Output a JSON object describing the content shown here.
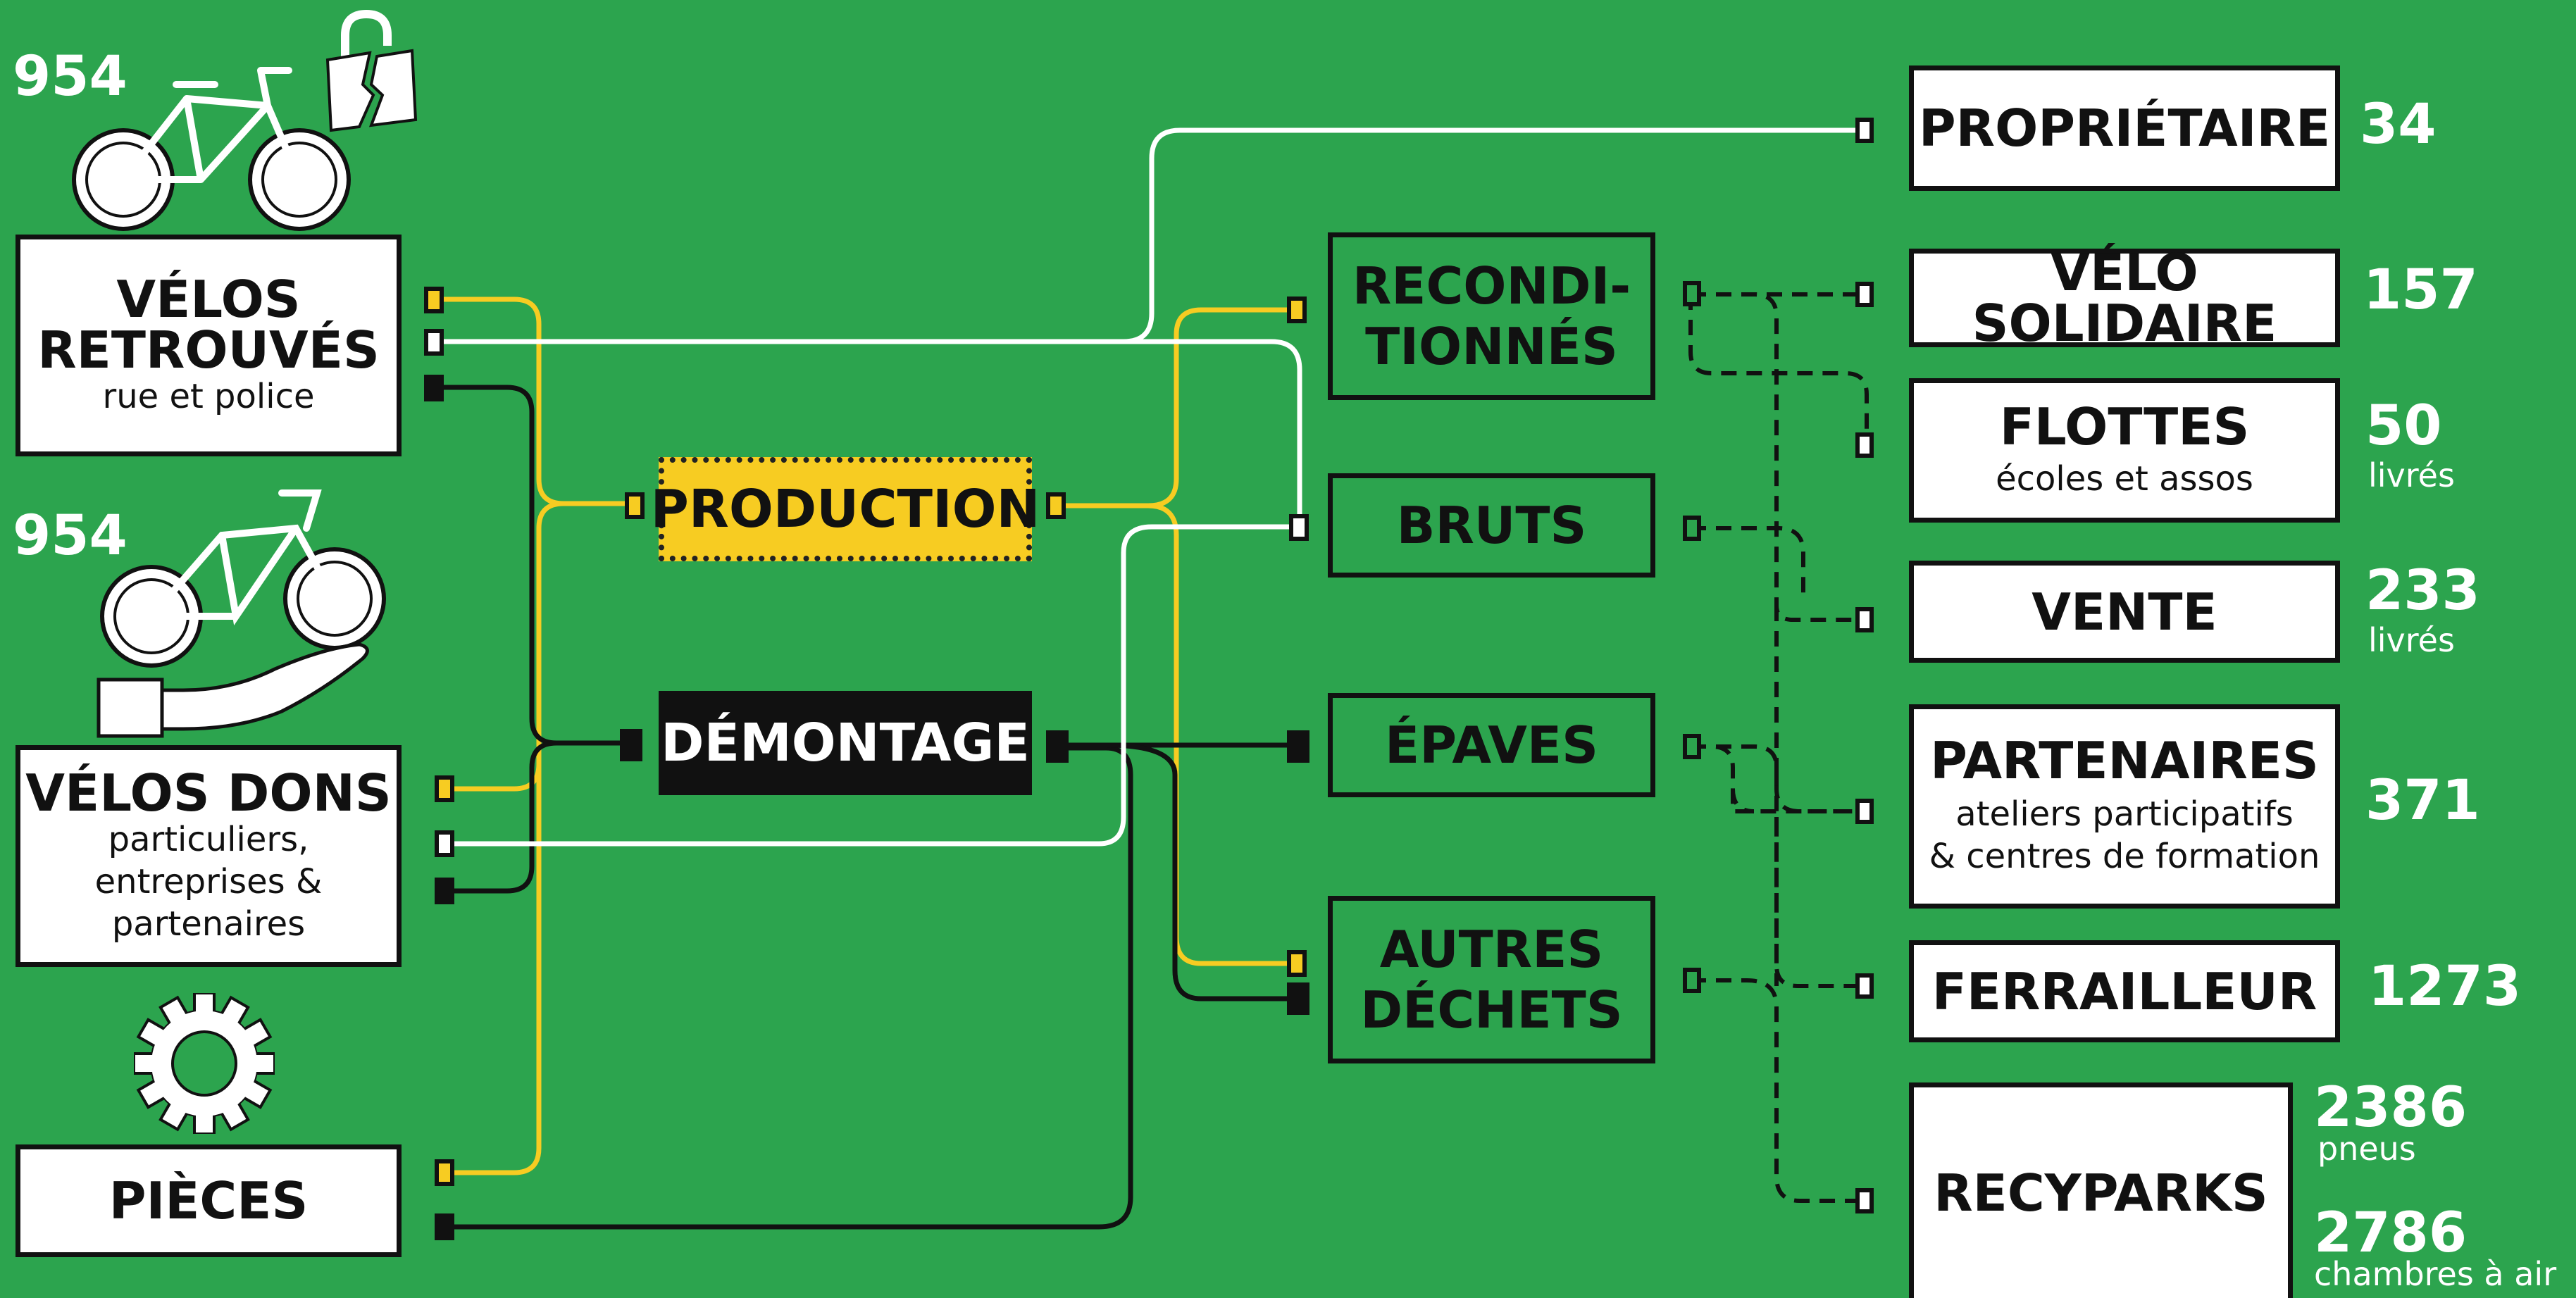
{
  "sources": {
    "velos_retrouves": {
      "title_line1": "VÉLOS",
      "title_line2": "RETROUVÉS",
      "subtitle": "rue et police",
      "count": "954"
    },
    "velos_dons": {
      "title": "VÉLOS DONS",
      "subtitle_line1": "particuliers,",
      "subtitle_line2": "entreprises &",
      "subtitle_line3": "partenaires",
      "count": "954"
    },
    "pieces": {
      "title": "PIÈCES"
    }
  },
  "process": {
    "production": "PRODUCTION",
    "demontage": "DÉMONTAGE"
  },
  "outputs": {
    "reconditionnes_line1": "RECONDI-",
    "reconditionnes_line2": "TIONNÉS",
    "bruts": "BRUTS",
    "epaves": "ÉPAVES",
    "autres_dechets_line1": "AUTRES",
    "autres_dechets_line2": "DÉCHETS"
  },
  "destinations": {
    "proprietaire": {
      "title": "PROPRIÉTAIRE",
      "count": "34"
    },
    "velo_solidaire": {
      "title": "VÉLO SOLIDAIRE",
      "count": "157"
    },
    "flottes": {
      "title": "FLOTTES",
      "subtitle": "écoles et assos",
      "count": "50",
      "count_label": "livrés"
    },
    "vente": {
      "title": "VENTE",
      "count": "233",
      "count_label": "livrés"
    },
    "partenaires": {
      "title": "PARTENAIRES",
      "subtitle_line1": "ateliers participatifs",
      "subtitle_line2": "& centres de formation",
      "count": "371"
    },
    "ferrailleur": {
      "title": "FERRAILLEUR",
      "count": "1273"
    },
    "recyparks": {
      "title": "RECYPARKS",
      "count1": "2386",
      "count1_label": "pneus",
      "count2": "2786",
      "count2_label": "chambres à air"
    }
  },
  "colors": {
    "background": "#2ca44e",
    "yellow": "#f7cc22",
    "black": "#111111",
    "white": "#ffffff"
  },
  "icons": [
    "bicycle-icon",
    "broken-padlock-icon",
    "bicycle-on-hand-icon",
    "gear-icon"
  ]
}
